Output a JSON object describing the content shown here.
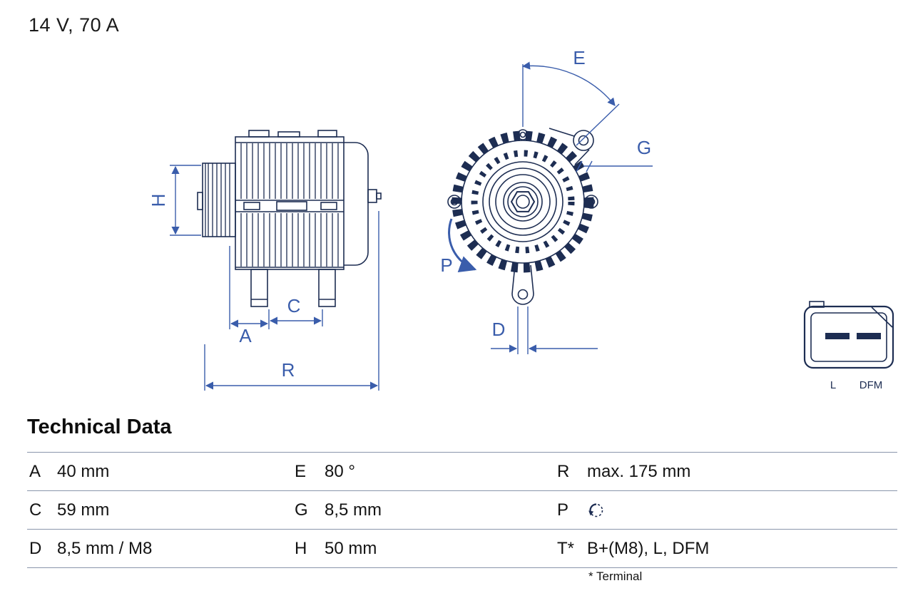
{
  "page": {
    "rating": "14 V, 70 A"
  },
  "section": {
    "title": "Technical Data"
  },
  "diagram": {
    "dimension_labels": {
      "H": "H",
      "A": "A",
      "C": "C",
      "R": "R",
      "E": "E",
      "G": "G",
      "P": "P",
      "D": "D"
    },
    "connector": {
      "pin_left": "L",
      "pin_right": "DFM"
    },
    "colors": {
      "dimension_blue": "#3a5dab",
      "drawing_navy": "#1d2d52",
      "table_rule": "#8a96ac"
    }
  },
  "table": {
    "rows": [
      {
        "cells": [
          {
            "key": "A",
            "value": "40 mm"
          },
          {
            "key": "E",
            "value": "80 °"
          },
          {
            "key": "R",
            "value": "max. 175 mm"
          }
        ]
      },
      {
        "cells": [
          {
            "key": "C",
            "value": "59 mm"
          },
          {
            "key": "G",
            "value": "8,5 mm"
          },
          {
            "key": "P",
            "value": ""
          }
        ]
      },
      {
        "cells": [
          {
            "key": "D",
            "value": "8,5 mm / M8"
          },
          {
            "key": "H",
            "value": "50 mm"
          },
          {
            "key": "T*",
            "value": "B+(M8), L, DFM"
          }
        ]
      }
    ],
    "footnote": "* Terminal"
  }
}
